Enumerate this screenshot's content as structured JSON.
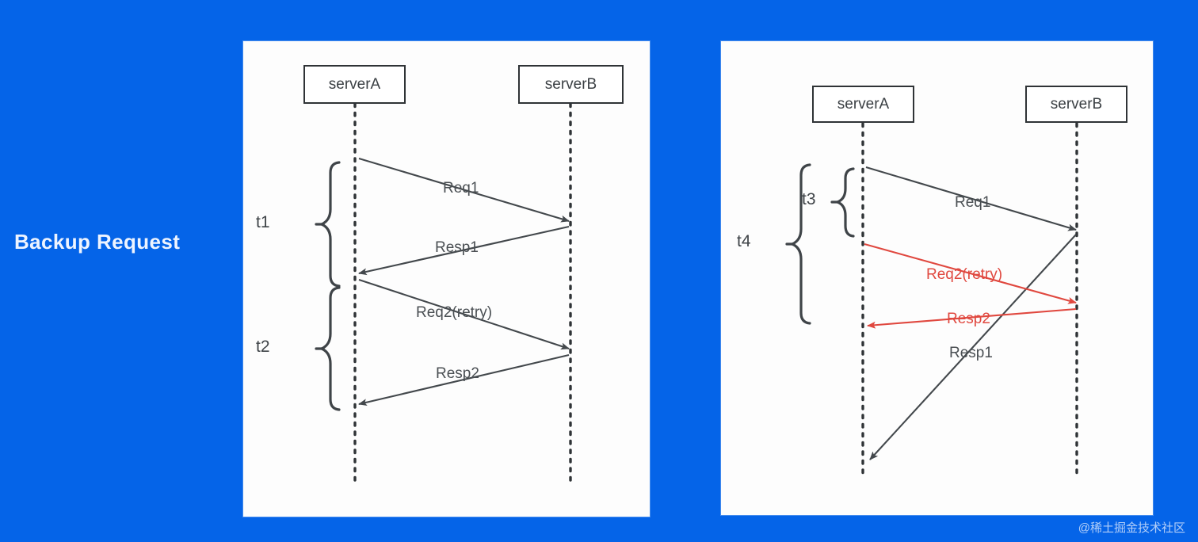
{
  "page": {
    "background_color": "#0564e8",
    "panel_color": "#fdfdfd",
    "line_color": "#43484c",
    "retry_color": "#e0483f",
    "title": "Backup Request",
    "watermark": "@稀土掘金技术社区"
  },
  "diagrams": [
    {
      "id": "left",
      "name": "without-backup-request",
      "participants": [
        {
          "id": "serverA",
          "label": "serverA"
        },
        {
          "id": "serverB",
          "label": "serverB"
        }
      ],
      "brackets": [
        {
          "id": "t1",
          "label": "t1"
        },
        {
          "id": "t2",
          "label": "t2"
        }
      ],
      "messages": [
        {
          "id": "req1",
          "label": "Req1",
          "from": "serverA",
          "to": "serverB",
          "color": "black"
        },
        {
          "id": "resp1",
          "label": "Resp1",
          "from": "serverB",
          "to": "serverA",
          "color": "black"
        },
        {
          "id": "req2",
          "label": "Req2(retry)",
          "from": "serverA",
          "to": "serverB",
          "color": "black"
        },
        {
          "id": "resp2",
          "label": "Resp2",
          "from": "serverB",
          "to": "serverA",
          "color": "black"
        }
      ]
    },
    {
      "id": "right",
      "name": "with-backup-request",
      "participants": [
        {
          "id": "serverA",
          "label": "serverA"
        },
        {
          "id": "serverB",
          "label": "serverB"
        }
      ],
      "brackets": [
        {
          "id": "t3",
          "label": "t3"
        },
        {
          "id": "t4",
          "label": "t4"
        }
      ],
      "messages": [
        {
          "id": "req1",
          "label": "Req1",
          "from": "serverA",
          "to": "serverB",
          "color": "black"
        },
        {
          "id": "req2",
          "label": "Req2(retry)",
          "from": "serverA",
          "to": "serverB",
          "color": "red"
        },
        {
          "id": "resp2",
          "label": "Resp2",
          "from": "serverB",
          "to": "serverA",
          "color": "red"
        },
        {
          "id": "resp1",
          "label": "Resp1",
          "from": "serverB",
          "to": "serverA",
          "color": "black"
        }
      ]
    }
  ]
}
